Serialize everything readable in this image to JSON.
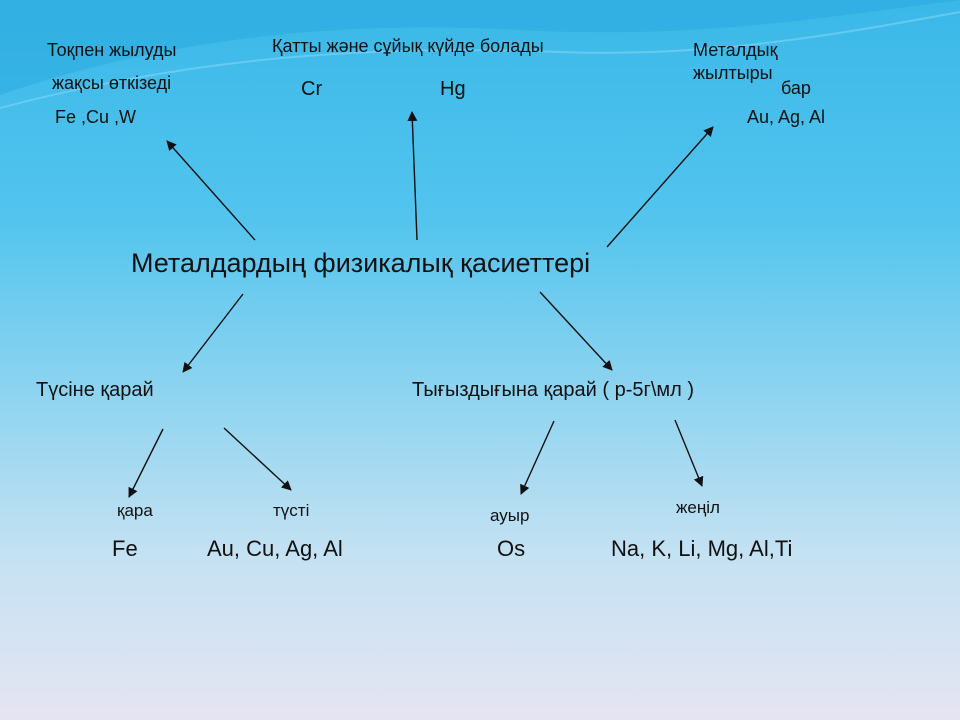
{
  "center": {
    "title": "Металдардың   физикалық  қасиеттері"
  },
  "top_left": {
    "line1": "Тоқпен жылуды",
    "line2": "жақсы өткізеді",
    "examples": "Fe ,Cu ,W"
  },
  "top_middle": {
    "title": "Қатты және  сұйық күйде болады",
    "example_solid": "Cr",
    "example_liquid": "Hg"
  },
  "top_right": {
    "line1": "Металдық",
    "line2": "жылтыры",
    "line3": "бар",
    "examples": "Au, Ag, Al"
  },
  "by_color": {
    "title": "Түсіне қарай",
    "black": {
      "label": "қара",
      "examples": "Fe"
    },
    "colored": {
      "label": "түсті",
      "examples": "Au, Cu, Ag, Al"
    }
  },
  "by_density": {
    "title": "Тығыздығына қарай ( р-5г\\мл  )",
    "heavy": {
      "label": "ауыр",
      "examples": "Os"
    },
    "light": {
      "label": "жеңіл",
      "examples": "Na, K, Li, Mg, Al,Ti"
    }
  },
  "colors": {
    "arrow": "#111111",
    "text": "#111111",
    "background_top": "#3ab8e8",
    "background_bottom": "#e6e4f2"
  }
}
